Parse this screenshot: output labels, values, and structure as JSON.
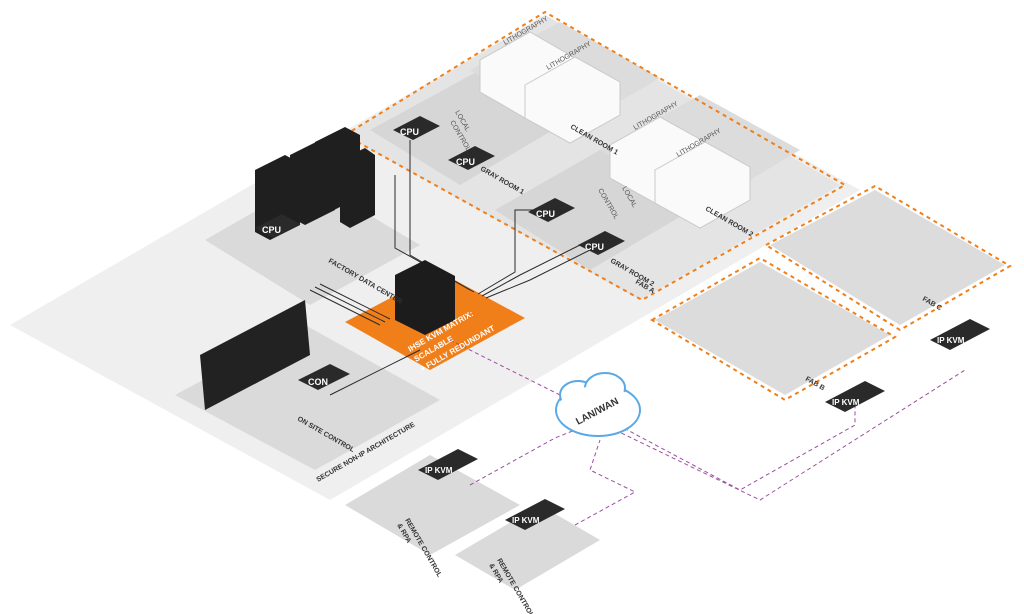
{
  "labels": {
    "lithography": "LITHOGRAPHY",
    "local_control": "LOCAL",
    "local_control_2": "CONTROL",
    "clean_room_1": "CLEAN ROOM 1",
    "clean_room_2": "CLEAN ROOM 2",
    "gray_room_1": "GRAY ROOM 1",
    "gray_room_2": "GRAY ROOM 2",
    "fab_a": "FAB A",
    "fab_b": "FAB B",
    "fab_c": "FAB C",
    "factory_data_center": "FACTORY DATA CENTER",
    "matrix_line1": "IHSE KVM MATRIX:",
    "matrix_line2": "SCALABLE",
    "matrix_line3": "+ FULLY REDUNDANT",
    "on_site_control": "ON SITE CONTROL",
    "secure_arch": "SECURE NON-IP ARCHITECTURE",
    "lan_wan": "LAN/WAN",
    "ip_kvm": "IP KVM",
    "remote_line1": "REMOTE CONTROL",
    "remote_line2": "& RPA",
    "cpu": "CPU",
    "con": "CON"
  },
  "colors": {
    "orange": "#f07f1a",
    "purple": "#9b4f9e",
    "floor": "#e9e9e9",
    "room": "#dadada",
    "dark": "#1f1f1f"
  }
}
